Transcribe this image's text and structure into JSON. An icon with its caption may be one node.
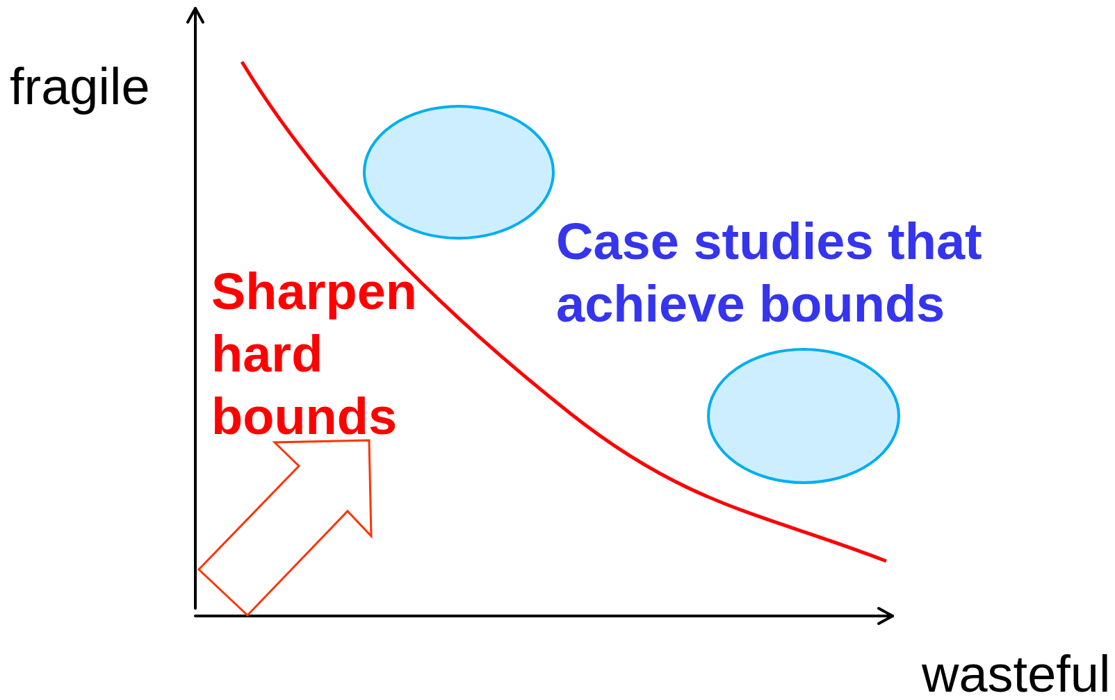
{
  "diagram": {
    "nodes": [
      {
        "text": [],
        "shape": "ellipse"
      },
      {
        "text": [],
        "shape": "ellipse"
      }
    ],
    "labels": [
      "fragile",
      "Case studies that achieve bounds",
      "Sharpen hard bounds",
      "wasteful"
    ]
  }
}
